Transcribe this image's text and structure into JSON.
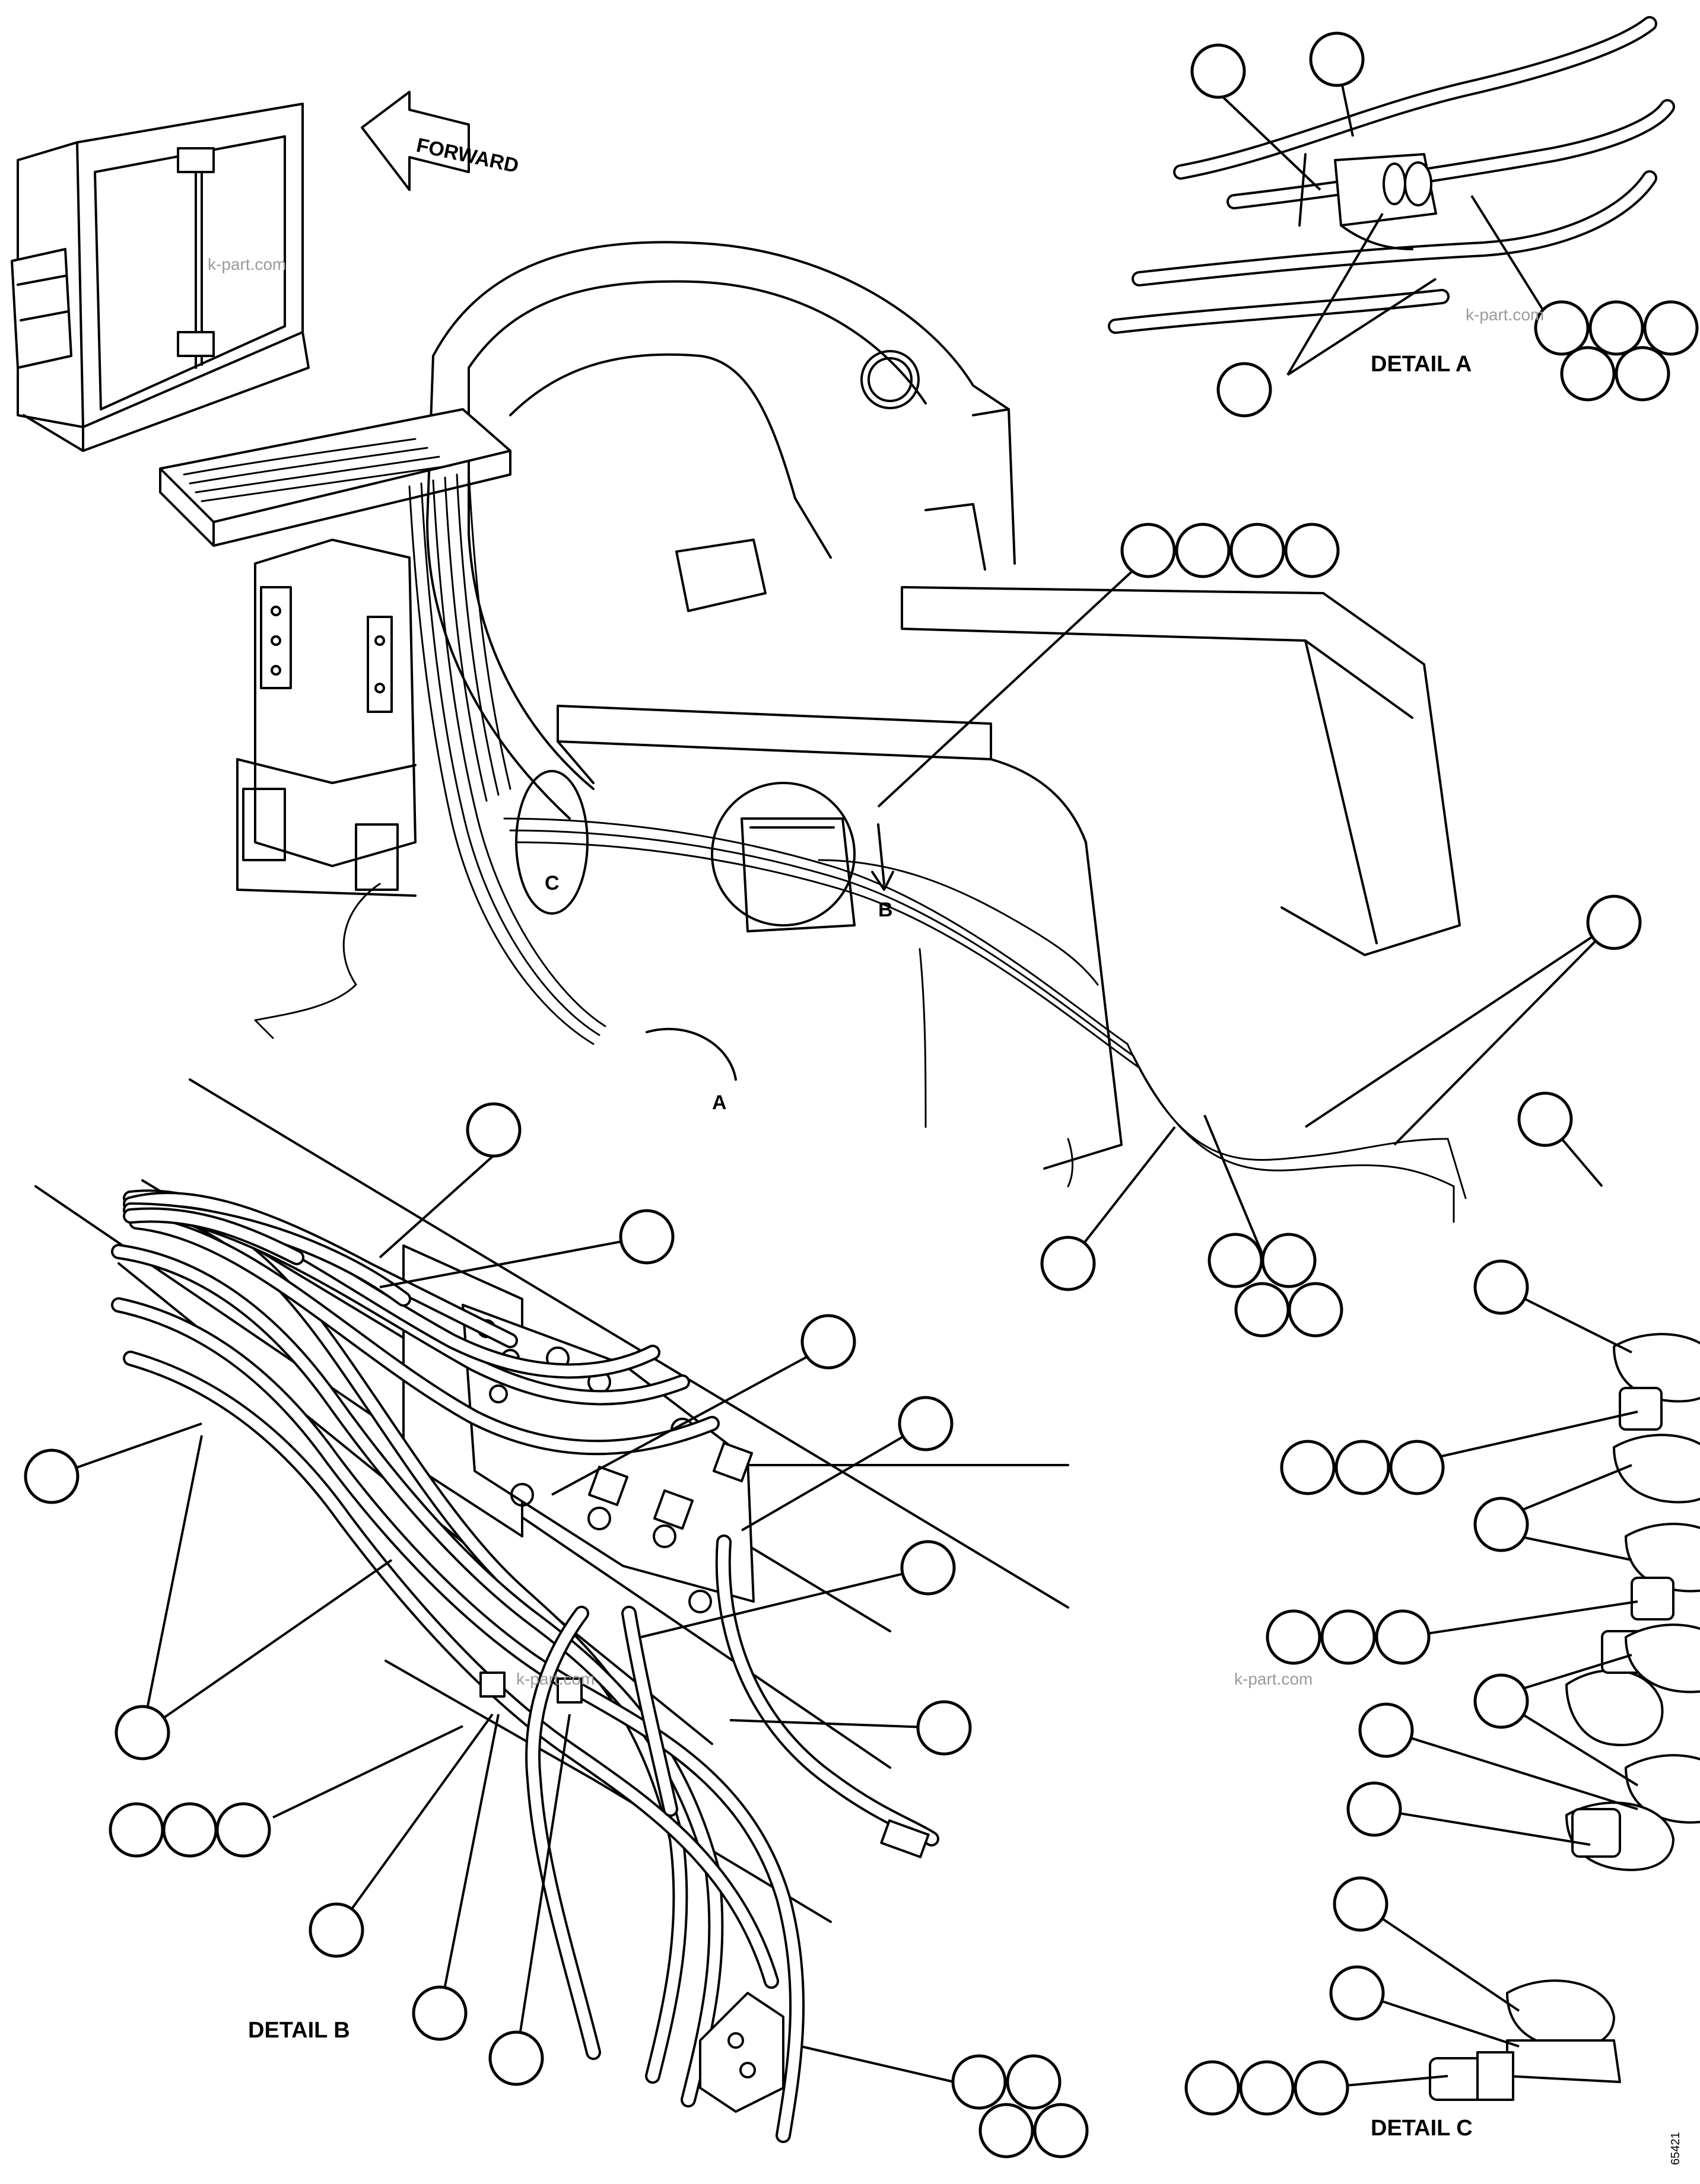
{
  "labels": {
    "forward": "FORWARD",
    "detail_a": "DETAIL A",
    "detail_b": "DETAIL B",
    "detail_c": "DETAIL C",
    "view_a": "A",
    "view_b": "B",
    "view_c": "C",
    "drawing_id": "65421"
  },
  "watermark": "k-part.com"
}
